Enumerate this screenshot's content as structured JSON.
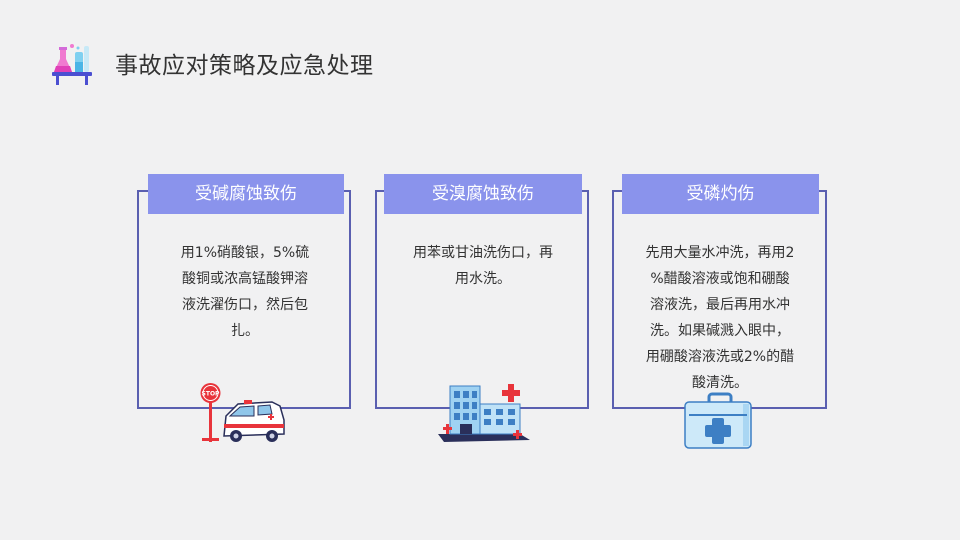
{
  "title": "事故应对策略及应急处理",
  "cards": [
    {
      "heading": "受碱腐蚀致伤",
      "lines": [
        "用1%硝酸银，5%硫",
        "酸铜或浓高锰酸钾溶",
        "液洗濯伤口，然后包",
        "扎。"
      ]
    },
    {
      "heading": "受溴腐蚀致伤",
      "lines": [
        "用苯或甘油洗伤口，再",
        "用水洗。"
      ]
    },
    {
      "heading": "受磷灼伤",
      "lines": [
        "先用大量水冲洗，再用2",
        "%醋酸溶液或饱和硼酸",
        "溶液洗，最后再用水冲",
        "洗。如果碱溅入眼中，",
        "用硼酸溶液洗或2%的醋",
        "酸清洗。"
      ]
    }
  ],
  "illustrations": {
    "stop_sign_text": "STOP"
  },
  "colors": {
    "background": "#f1f1f2",
    "card_header": "#8a93ec",
    "card_border": "#5a5fb0",
    "text": "#333333",
    "accent_red": "#e8343b"
  },
  "icons": [
    "lab-flask-icon",
    "ambulance-icon",
    "stop-sign-icon",
    "hospital-icon",
    "first-aid-kit-icon"
  ]
}
